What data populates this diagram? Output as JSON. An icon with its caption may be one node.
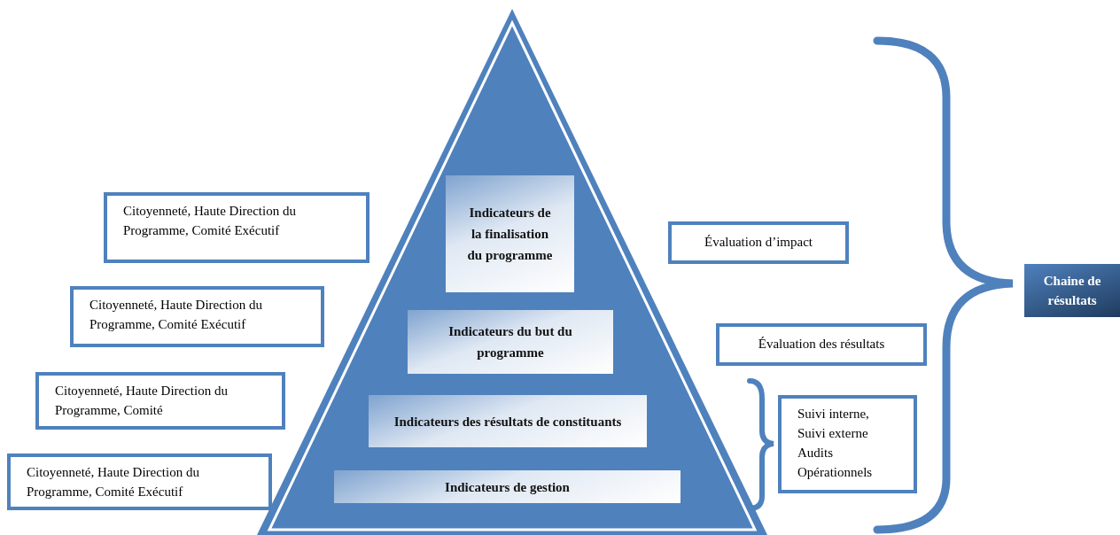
{
  "diagram": {
    "nodes": [
      {
        "text": [],
        "shape": "triangle"
      },
      {
        "text": [
          "Indicateurs de la finalisation du programme"
        ],
        "in": 0
      },
      {
        "text": [
          "Indicateurs du but du programme"
        ],
        "in": 0
      },
      {
        "text": [
          "Indicateurs des résultats de constituants"
        ],
        "in": 0
      },
      {
        "text": [
          "Indicateurs de gestion"
        ],
        "in": 0
      },
      {
        "text": [
          "Citoyenneté, Haute Direction  du Programme, Comité Exécutif"
        ]
      },
      {
        "text": [
          "Citoyenneté, Haute Direction du Programme, Comité Exécutif"
        ]
      },
      {
        "text": [
          "Citoyenneté, Haute Direction du Programme, Comité"
        ]
      },
      {
        "text": [
          "Citoyenneté, Haute Direction  du Programme, Comité Exécutif"
        ]
      },
      {
        "text": [
          "Évaluation d’impact"
        ]
      },
      {
        "text": [
          "Évaluation des résultats"
        ]
      },
      {
        "text": [
          "Suivi interne, Suivi externe Audits Opérationnels"
        ]
      },
      {
        "text": [
          "Chaine de résultats"
        ]
      }
    ],
    "edges": []
  }
}
